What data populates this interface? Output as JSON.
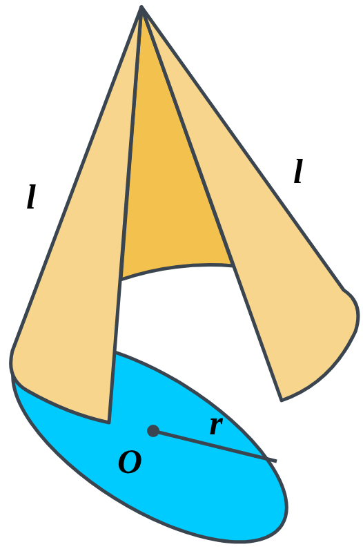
{
  "diagram": {
    "labels": [
      "l",
      "l",
      "O",
      "r"
    ]
  }
}
